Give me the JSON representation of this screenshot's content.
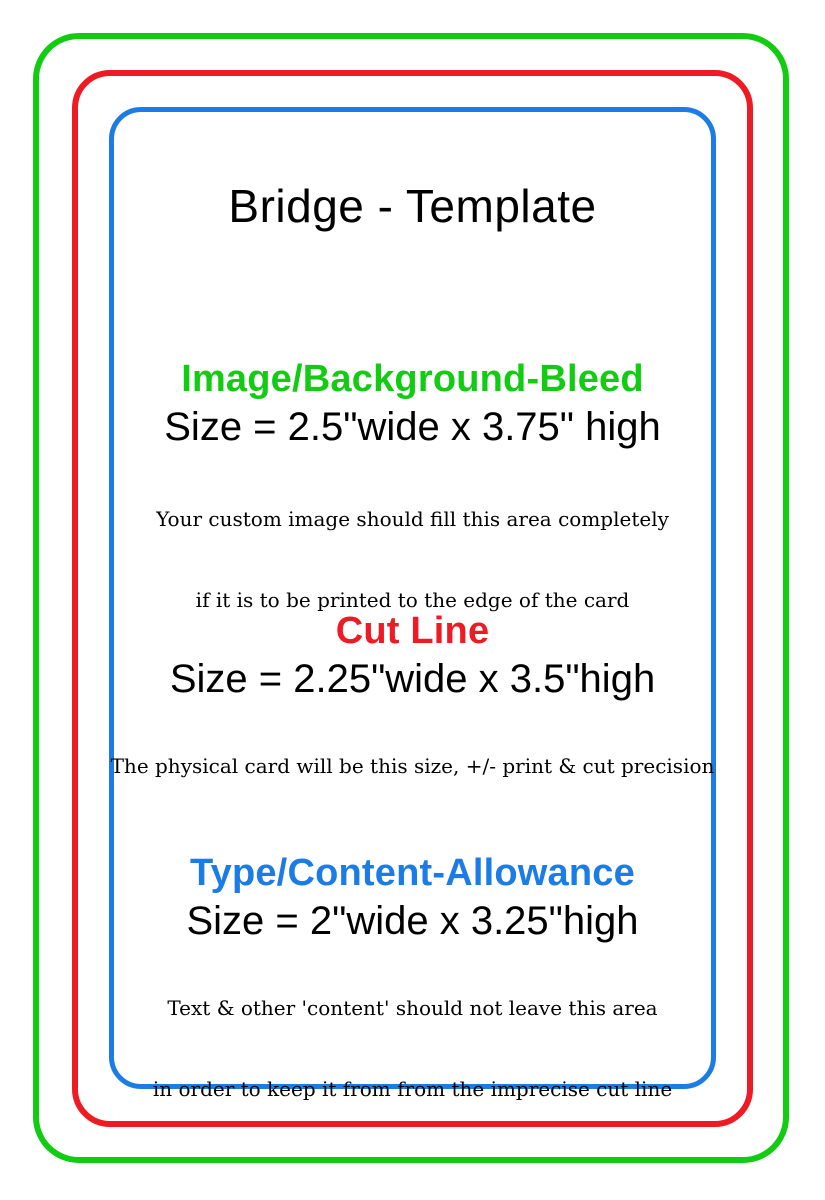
{
  "title": "Bridge - Template",
  "colors": {
    "bleed_green": "#12CC12",
    "cut_red": "#EE1B24",
    "content_blue": "#1B7CE6",
    "text_black": "#000000"
  },
  "sections": {
    "bleed": {
      "heading": "Image/Background-Bleed",
      "size_line": "Size = 2.5\"wide x 3.75\" high",
      "note_line1": "Your custom image should fill this area completely",
      "note_line2": "if it is to be printed to the edge of the card"
    },
    "cut": {
      "heading": "Cut Line",
      "size_line": "Size = 2.25\"wide x 3.5\"high",
      "note_line1": "The physical card will be this size, +/- print & cut precision"
    },
    "content": {
      "heading": "Type/Content-Allowance",
      "size_line": "Size = 2\"wide x 3.25\"high",
      "note_line1": "Text & other 'content' should not leave this area",
      "note_line2": "in order to keep it from from the imprecise cut line"
    }
  }
}
